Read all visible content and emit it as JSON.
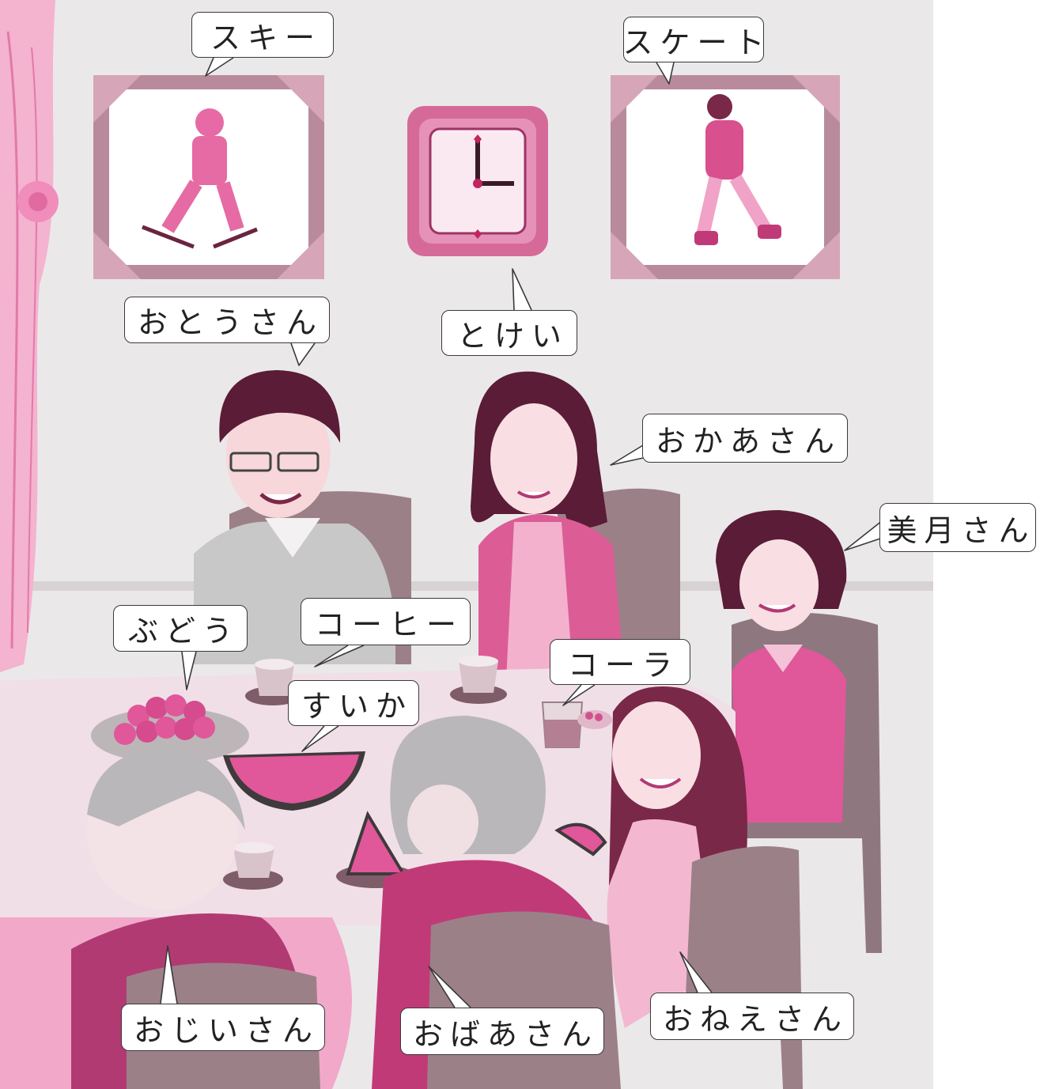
{
  "labels": {
    "ski": "スキー",
    "skate": "スケート",
    "father": "おとうさん",
    "clock": "とけい",
    "mother": "おかあさん",
    "meiyue": "美月さん",
    "grapes": "ぶどう",
    "coffee": "コーヒー",
    "cola": "コーラ",
    "watermelon": "すいか",
    "grandfather": "おじいさん",
    "grandmother": "おばあさん",
    "older_sister": "おねえさん"
  },
  "colors": {
    "wall": "#e9e5e7",
    "curtain": "#f2a9c9",
    "pink": "#e0579a",
    "dark_pink": "#b23a73",
    "hair": "#5a1c36",
    "table": "#f1dfe7",
    "chair": "#9c8088",
    "grey": "#b9b7b9"
  }
}
